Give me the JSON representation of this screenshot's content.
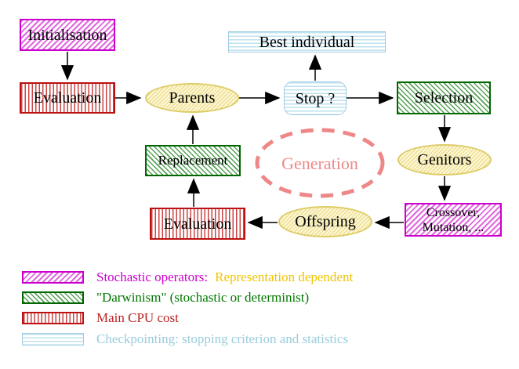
{
  "nodes": {
    "initialisation": "Initialisation",
    "evaluation_top": "Evaluation",
    "parents": "Parents",
    "best_individual": "Best individual",
    "stop": "Stop ?",
    "selection": "Selection",
    "genitors": "Genitors",
    "crossover_line1": "Crossover,",
    "crossover_line2": "Mutation, ...",
    "offspring": "Offspring",
    "evaluation_bottom": "Evaluation",
    "replacement": "Replacement",
    "generation": "Generation"
  },
  "legend": [
    {
      "text": "Stochastic operators:",
      "text2": "Representation dependent"
    },
    {
      "text": "\"Darwinism\" (stochastic or determinist)"
    },
    {
      "text": "Main CPU cost"
    },
    {
      "text": "Checkpointing: stopping criterion and statistics"
    }
  ],
  "colors": {
    "stochastic_magenta": "#cc00cc",
    "darwinism_green": "#007700",
    "cpu_red": "#bb2222",
    "checkpoint_blue": "#99ccdd",
    "representation_gold": "#f0c400",
    "generation_salmon": "#ee8888",
    "ellipse_yellow": "#fdf6d0",
    "arrow_black": "#000000"
  }
}
